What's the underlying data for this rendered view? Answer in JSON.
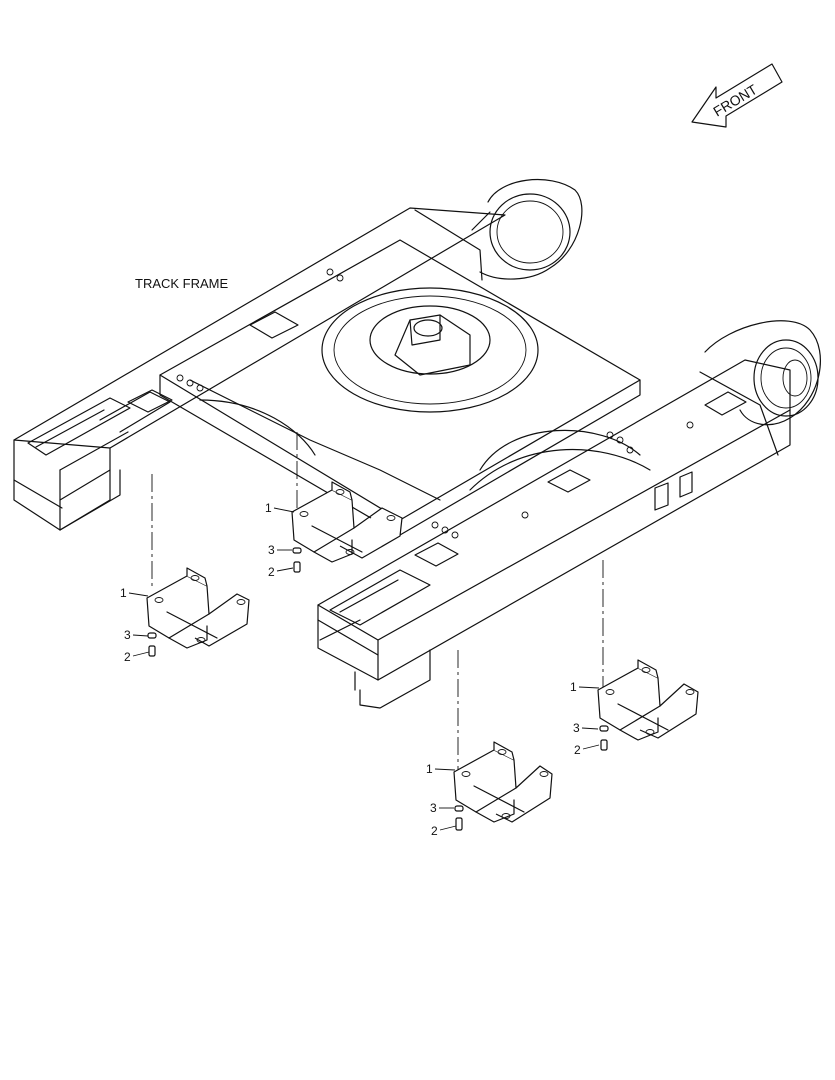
{
  "diagram": {
    "title": "TRACK FRAME",
    "direction_label": "FRONT",
    "direction_icon": "arrow-left-icon",
    "callouts": [
      {
        "group": "guard-a",
        "items": [
          "1",
          "3",
          "2"
        ]
      },
      {
        "group": "guard-b",
        "items": [
          "1",
          "3",
          "2"
        ]
      },
      {
        "group": "guard-c",
        "items": [
          "1",
          "3",
          "2"
        ]
      },
      {
        "group": "guard-d",
        "items": [
          "1",
          "3",
          "2"
        ]
      }
    ]
  }
}
